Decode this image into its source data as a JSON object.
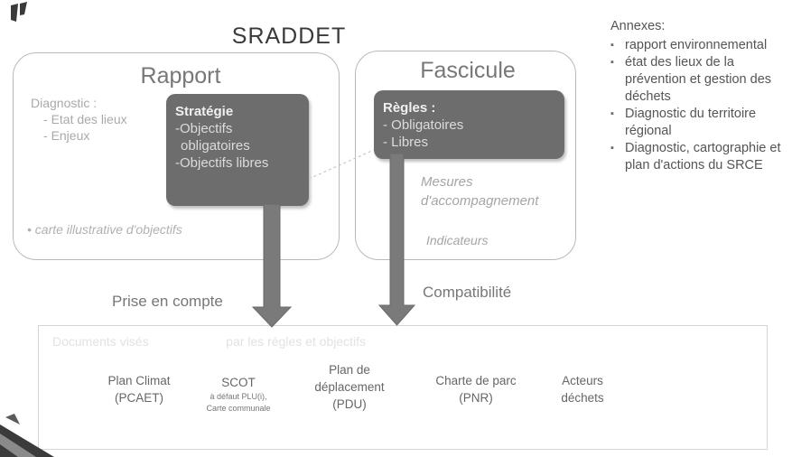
{
  "title": "SRADDET",
  "rapport": {
    "title": "Rapport",
    "diagnostic_label": "Diagnostic :",
    "diagnostic_items": [
      "Etat des lieux",
      "Enjeux"
    ],
    "strategie": {
      "head": "Stratégie",
      "lines": [
        "-Objectifs",
        "obligatoires",
        "-Objectifs libres"
      ]
    },
    "carte": "• carte illustrative d'objectifs"
  },
  "fascicule": {
    "title": "Fascicule",
    "regles": {
      "head": "Règles :",
      "lines": [
        "-  Obligatoires",
        "-  Libres"
      ]
    },
    "mesures": [
      "Mesures",
      "d'accompagnement"
    ],
    "indicateurs": "Indicateurs"
  },
  "annexes": {
    "label": "Annexes:",
    "items": [
      "rapport environnemental",
      "état des lieux de la prévention et gestion des déchets",
      "Diagnostic du territoire régional",
      "Diagnostic, cartographie et plan d'actions du SRCE"
    ]
  },
  "links": {
    "prise": "Prise en compte",
    "compat": "Compatibilité"
  },
  "bottom": {
    "header": "Documents visés                      par les règles et objectifs",
    "docs": [
      {
        "lines": [
          "Plan Climat",
          "(PCAET)"
        ],
        "small": []
      },
      {
        "lines": [
          "SCOT"
        ],
        "small": [
          "à défaut PLU(i),",
          "Carte communale"
        ]
      },
      {
        "lines": [
          "Plan de",
          "déplacement",
          "(PDU)"
        ],
        "small": []
      },
      {
        "lines": [
          "Charte de parc",
          "(PNR)"
        ],
        "small": []
      },
      {
        "lines": [
          "Acteurs",
          "déchets"
        ],
        "small": []
      }
    ]
  },
  "colors": {
    "dark_box": "#6d6d6d",
    "arrow": "#7a7a7a",
    "panel_border": "#b9b9b9"
  }
}
